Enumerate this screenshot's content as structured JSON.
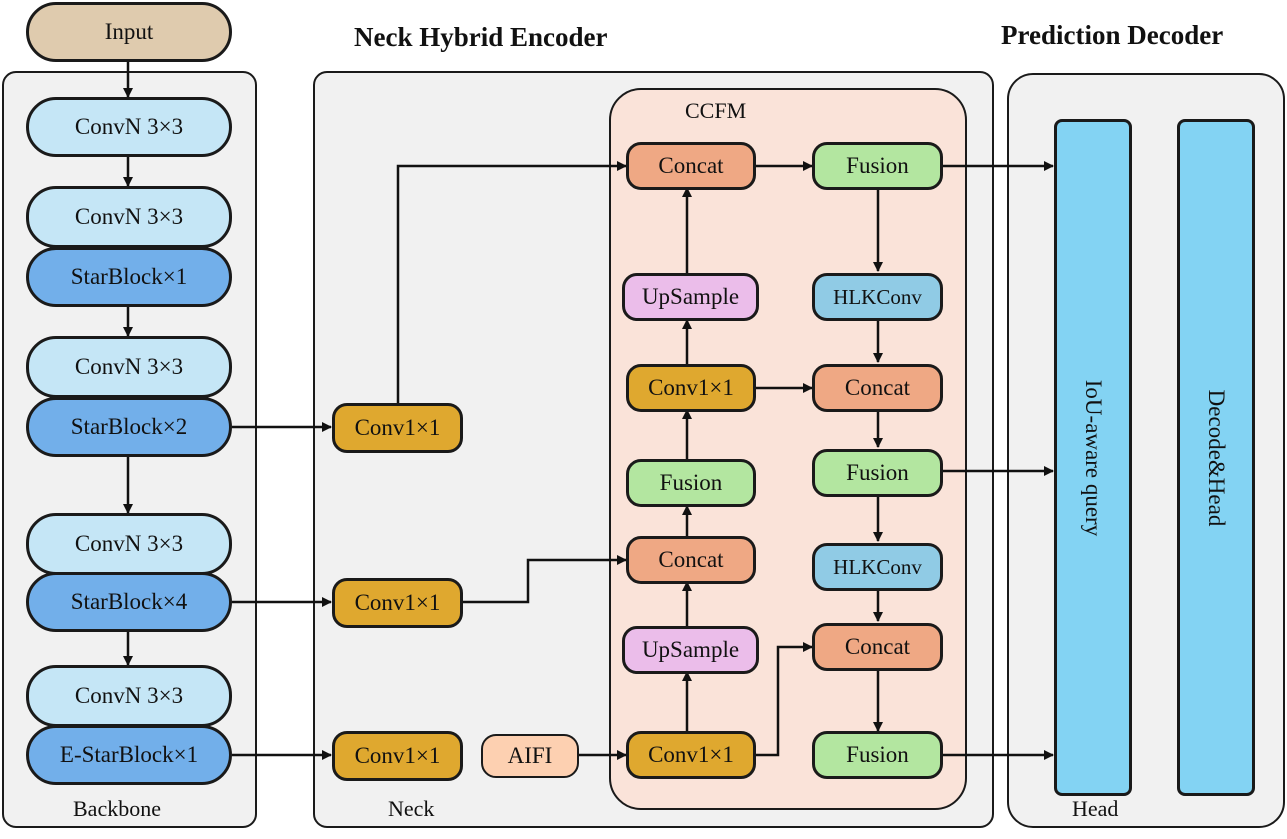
{
  "titles": {
    "neck": "Neck Hybrid Encoder",
    "decoder": "Prediction Decoder"
  },
  "input": "Input",
  "backbone": {
    "label": "Backbone",
    "blocks": [
      "ConvN 3×3",
      "ConvN 3×3",
      "StarBlock×1",
      "ConvN 3×3",
      "StarBlock×2",
      "ConvN 3×3",
      "StarBlock×4",
      "ConvN 3×3",
      "E-StarBlock×1"
    ]
  },
  "neck": {
    "label": "Neck",
    "conv_labels": [
      "Conv1×1",
      "Conv1×1",
      "Conv1×1"
    ],
    "aifi": "AIFI"
  },
  "ccfm": {
    "label": "CCFM",
    "left_column": [
      "Concat",
      "UpSample",
      "Conv1×1",
      "Fusion",
      "Concat",
      "UpSample",
      "Conv1×1"
    ],
    "right_column": [
      "Fusion",
      "HLKConv",
      "Concat",
      "Fusion",
      "HLKConv",
      "Concat",
      "Fusion"
    ]
  },
  "head": {
    "label": "Head",
    "query": "IoU-aware  query",
    "decode": "Decode&Head"
  },
  "colors": {
    "input": "#dfcbae",
    "convN": "#c5e6f6",
    "starblock": "#72afea",
    "conv1x1": "#dfa82f",
    "aifi": "#fdd0b1",
    "concat": "#efa884",
    "fusion": "#b3e6a0",
    "upsample": "#ebbdea",
    "hlkconv": "#90cbe5",
    "head": "#83d3f3",
    "ccfm_bg": "#fae3d9",
    "panel_bg": "#f1f1f1"
  }
}
